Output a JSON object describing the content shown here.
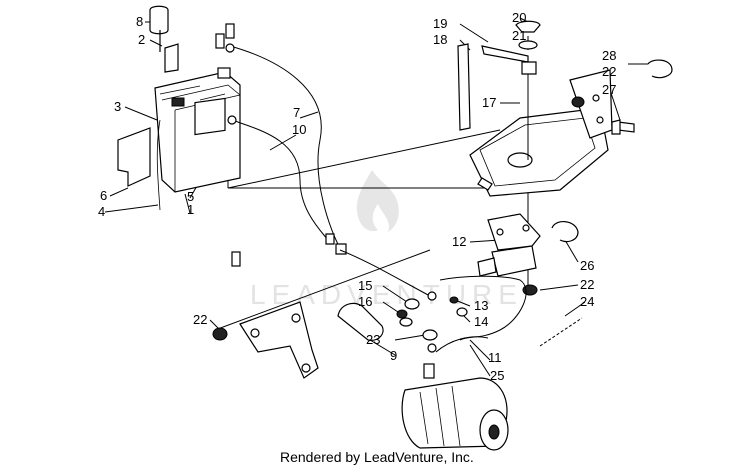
{
  "diagram": {
    "callouts": [
      "1",
      "2",
      "3",
      "4",
      "5",
      "6",
      "7",
      "8",
      "9",
      "10",
      "11",
      "12",
      "13",
      "14",
      "15",
      "16",
      "17",
      "18",
      "19",
      "20",
      "21",
      "22",
      "22",
      "22",
      "23",
      "24",
      "25",
      "26",
      "27",
      "28"
    ],
    "footer": "Rendered by LeadVenture, Inc.",
    "watermark": "LEADVENTURE"
  }
}
